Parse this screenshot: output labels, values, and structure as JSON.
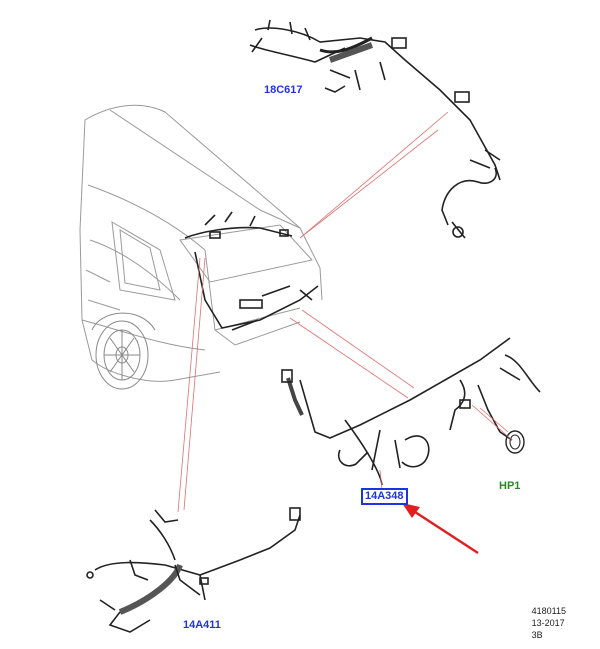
{
  "diagram": {
    "callouts": [
      {
        "id": "c1",
        "label": "18C617",
        "style": "blue"
      },
      {
        "id": "c2",
        "label": "14A348",
        "style": "boxed-highlight"
      },
      {
        "id": "c3",
        "label": "HP1",
        "style": "green"
      },
      {
        "id": "c4",
        "label": "14A411",
        "style": "blue"
      }
    ],
    "reference": {
      "line1": "4180115",
      "line2": "13-2017",
      "line3": "3B"
    },
    "colors": {
      "line_art": "#333333",
      "leader_lines": "#e07070",
      "callout_blue": "#2233dd",
      "callout_green": "#2a8a2a",
      "highlight_box": "#1a35e0",
      "arrow": "#e02020"
    }
  }
}
